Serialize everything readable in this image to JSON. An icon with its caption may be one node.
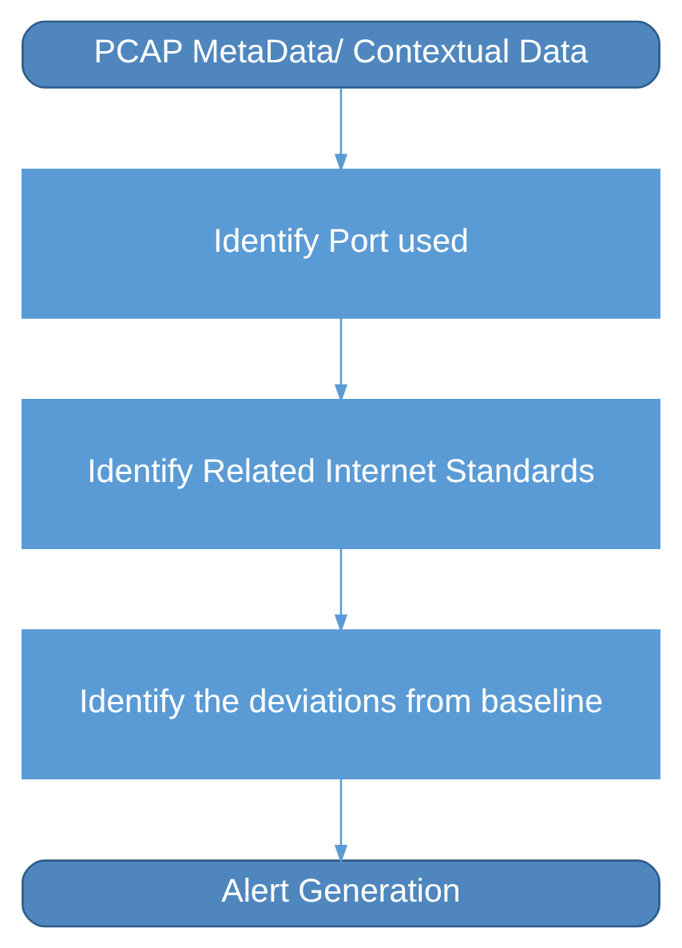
{
  "diagram": {
    "nodes": [
      {
        "text": [
          "PCAP MetaData/ Contextual Data"
        ]
      },
      {
        "text": [
          "Identify Port used"
        ]
      },
      {
        "text": [
          "Identify Related Internet Standards"
        ]
      },
      {
        "text": [
          "Identify the deviations from baseline"
        ]
      },
      {
        "text": [
          "Alert Generation"
        ]
      }
    ],
    "edges": [
      {
        "from": 0,
        "to": 1,
        "arrow": "to"
      },
      {
        "from": 1,
        "to": 2,
        "arrow": "to"
      },
      {
        "from": 2,
        "to": 3,
        "arrow": "to"
      },
      {
        "from": 3,
        "to": 4,
        "arrow": "to"
      }
    ]
  }
}
